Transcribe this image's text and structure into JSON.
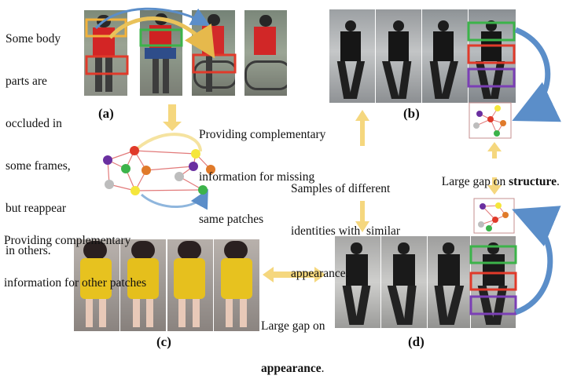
{
  "texts": {
    "occluded_line1": "Some body",
    "occluded_line2": "parts are",
    "occluded_line3": "occluded in",
    "occluded_line4": "some frames,",
    "occluded_line5": "but reappear",
    "occluded_line6": "in others.",
    "missing_line1": "Providing complementary",
    "missing_line2": "information for missing",
    "missing_line3": "same patches",
    "other_line1": "Providing complementary",
    "other_line2": "information for other patches",
    "samples_line1": "Samples of different",
    "samples_line2": "identities with  similar",
    "samples_line3": "appearance.",
    "structure_prefix": "Large gap on ",
    "structure_bold": "structure",
    "structure_suffix": ".",
    "appearance_line1": "Large gap on",
    "appearance_bold": "appearance",
    "appearance_suffix": "."
  },
  "panel_labels": {
    "a": "(a)",
    "b": "(b)",
    "c": "(c)",
    "d": "(d)"
  },
  "colors": {
    "arrow_yellow": "#f5d77e",
    "arrow_blue": "#5b8ec9",
    "box_orange": "#f2b23c",
    "box_green": "#3cb34a",
    "box_red": "#e03a2a",
    "box_purple": "#7b3fb5",
    "node_red": "#e03a2a",
    "node_purple": "#6a2fa0",
    "node_green": "#3cb34a",
    "node_orange": "#e07a2a",
    "node_yellow": "#f5e63c",
    "node_blue": "#2a6fd6",
    "node_gray": "#bdbdbd"
  }
}
